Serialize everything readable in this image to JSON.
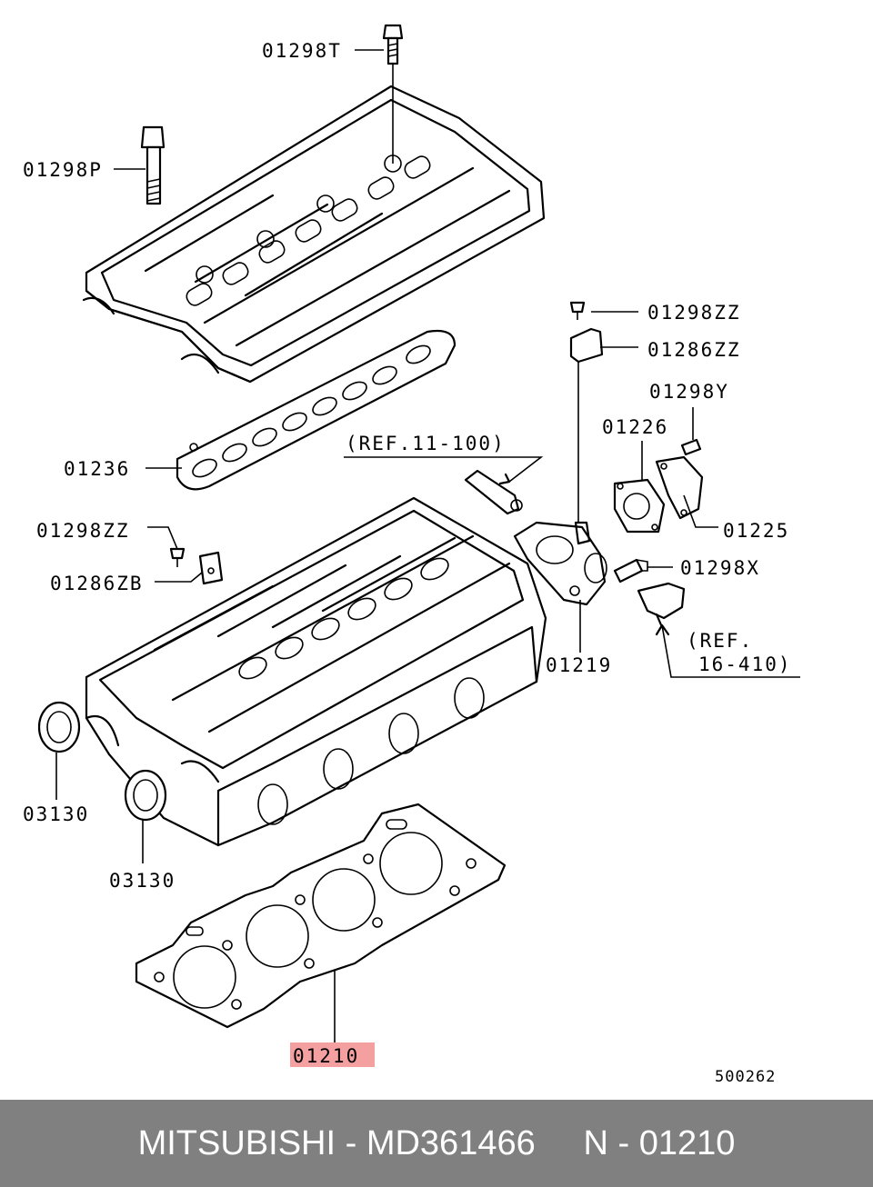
{
  "labels": {
    "p01298T": "01298T",
    "p01298P": "01298P",
    "p01236": "01236",
    "p01298ZZ_left": "01298ZZ",
    "p01286ZB": "01286ZB",
    "p03130_a": "03130",
    "p03130_b": "03130",
    "p01210": "01210",
    "p01298ZZ_right": "01298ZZ",
    "p01286ZZ": "01286ZZ",
    "p01298Y": "01298Y",
    "p01226": "01226",
    "p01225": "01225",
    "p01298X": "01298X",
    "p01219": "01219",
    "ref_11_100": "(REF.11-100)",
    "ref_16_410_line1": "(REF.",
    "ref_16_410_line2": "16-410)",
    "diagram_number": "500262"
  },
  "highlight_color": "#f4a0a0",
  "footer": {
    "text": "MITSUBISHI - MD361466     N - 01210",
    "background": "#808080"
  }
}
